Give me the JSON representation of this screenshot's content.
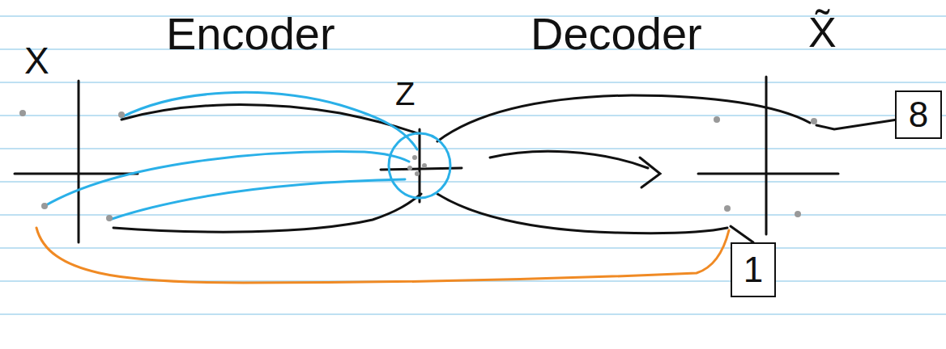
{
  "diagram": {
    "nodes": [
      {
        "text": [
          "8"
        ]
      },
      {
        "text": [
          "1"
        ]
      }
    ],
    "labels": [
      "X",
      "Encoder",
      "Z",
      "Decoder",
      "X̃"
    ]
  }
}
